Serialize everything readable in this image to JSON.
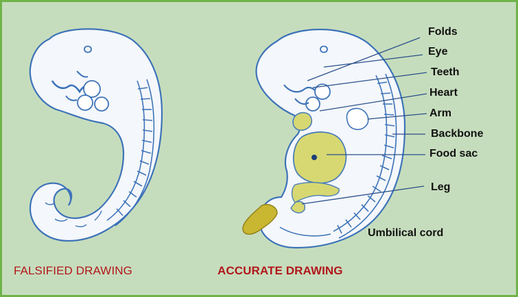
{
  "captions": {
    "falsified": "FALSIFIED DRAWING",
    "accurate": "ACCURATE DRAWING"
  },
  "labels": [
    {
      "id": "folds",
      "text": "Folds"
    },
    {
      "id": "eye",
      "text": "Eye"
    },
    {
      "id": "teeth",
      "text": "Teeth"
    },
    {
      "id": "heart",
      "text": "Heart"
    },
    {
      "id": "arm",
      "text": "Arm"
    },
    {
      "id": "backbone",
      "text": "Backbone"
    },
    {
      "id": "food-sac",
      "text": "Food sac"
    },
    {
      "id": "leg",
      "text": "Leg"
    },
    {
      "id": "umbilical-cord",
      "text": "Umbilical cord"
    }
  ],
  "colors": {
    "background": "#c6ddbd",
    "border": "#6fb34a",
    "caption": "#b1161b",
    "embryo_fill": "#f4f7fb",
    "embryo_outline": "#3d73b8",
    "yolk": "#d7d872",
    "cord": "#c9b631"
  }
}
